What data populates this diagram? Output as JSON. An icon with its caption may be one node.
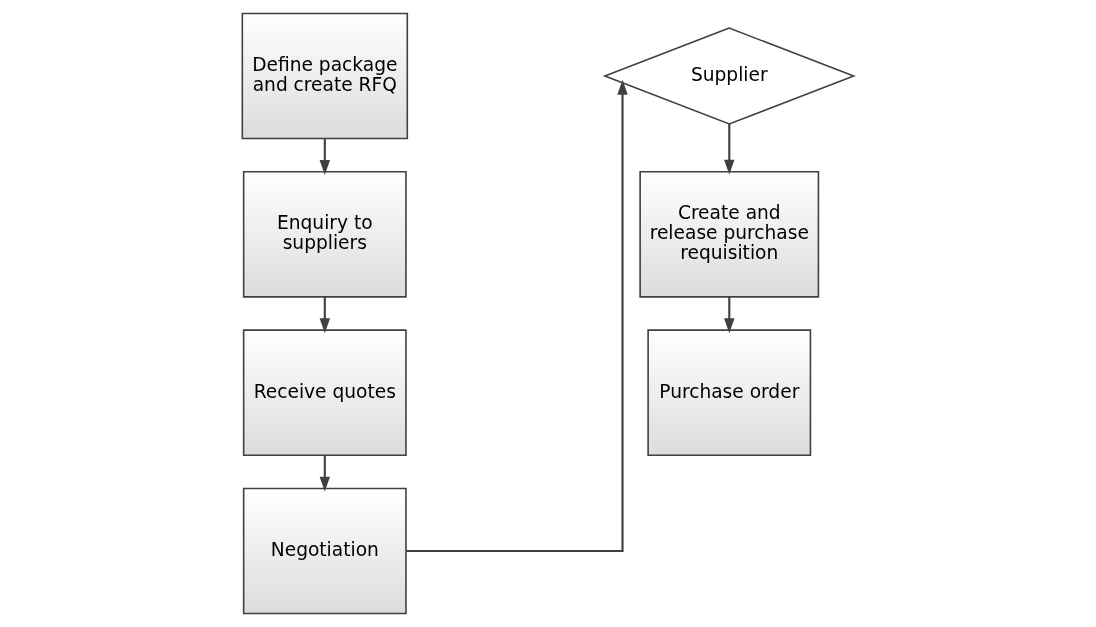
{
  "diagram": {
    "nodes": [
      {
        "text": [
          "Define package and create RFQ"
        ]
      },
      {
        "text": [
          "Enquiry to suppliers"
        ]
      },
      {
        "text": [
          "Receive quotes"
        ]
      },
      {
        "text": [
          "Negotiation"
        ]
      },
      {
        "text": [
          "Supplier"
        ]
      },
      {
        "text": [
          "Create and release purchase requisition"
        ]
      },
      {
        "text": [
          "Purchase order"
        ]
      }
    ],
    "edges": [
      {
        "from": 0,
        "to": 1,
        "arrow": "to"
      },
      {
        "from": 1,
        "to": 2,
        "arrow": "to"
      },
      {
        "from": 2,
        "to": 3,
        "arrow": "to"
      },
      {
        "from": 3,
        "to": 4,
        "arrow": "to"
      },
      {
        "from": 4,
        "to": 5,
        "arrow": "to"
      },
      {
        "from": 5,
        "to": 6,
        "arrow": "to"
      }
    ]
  }
}
